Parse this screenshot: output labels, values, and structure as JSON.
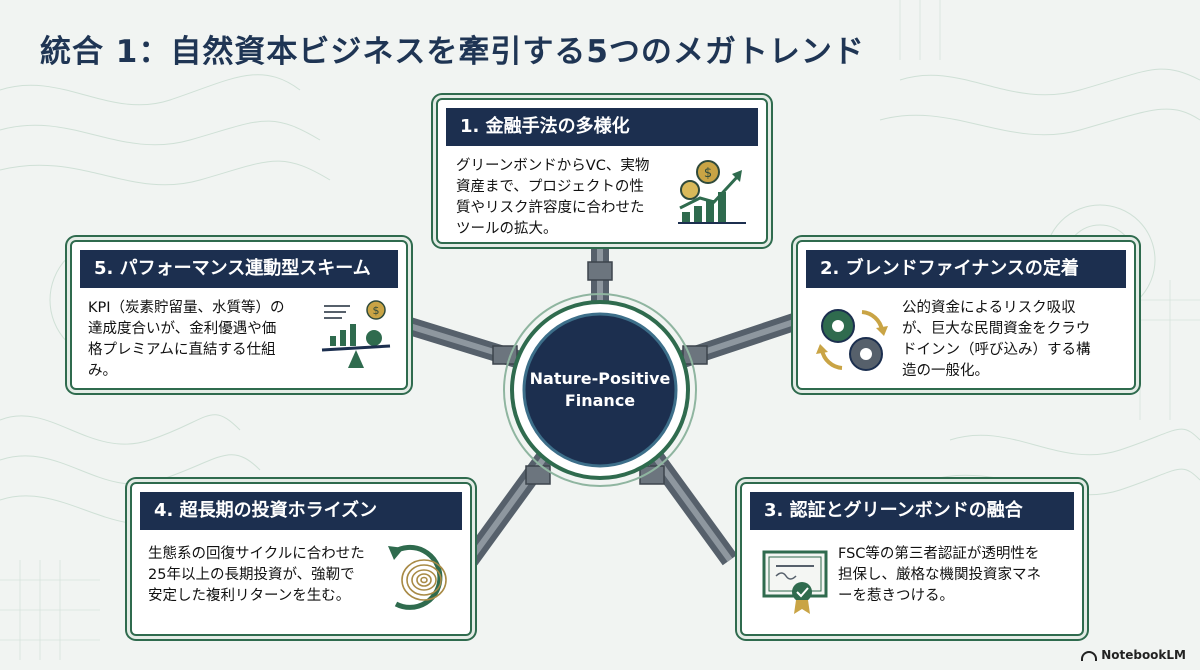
{
  "title": "統合 1：自然資本ビジネスを牽引する5つのメガトレンド",
  "hub": {
    "line1": "Nature-Positive",
    "line2": "Finance"
  },
  "cards": [
    {
      "heading": "1. 金融手法の多様化",
      "lines": [
        "グリーンボンドからVC、実物",
        "資産まで、プロジェクトの性",
        "質やリスク許容度に合わせた",
        "ツールの拡大。"
      ],
      "icon": "growth-chart-coins-icon"
    },
    {
      "heading": "2. ブレンドファイナンスの定着",
      "lines": [
        "公的資金によるリスク吸収",
        "が、巨大な民間資金をクラウ",
        "ドインン（呼び込み）する構",
        "造の一般化。"
      ],
      "icon": "gears-cycle-icon"
    },
    {
      "heading": "3. 認証とグリーンボンドの融合",
      "lines": [
        "FSC等の第三者認証が透明性を",
        "担保し、厳格な機関投資家マネ",
        "ーを惹きつける。"
      ],
      "icon": "certificate-icon"
    },
    {
      "heading": "4. 超長期の投資ホライズン",
      "lines": [
        "生態系の回復サイクルに合わせた",
        "25年以上の長期投資が、強靭で",
        "安定した複利リターンを生む。"
      ],
      "icon": "tree-rings-icon"
    },
    {
      "heading": "5. パフォーマンス連動型スキーム",
      "lines": [
        "KPI（炭素貯留量、水質等）の",
        "達成度合いが、金利優遇や価",
        "格プレミアムに直結する仕組",
        "み。"
      ],
      "icon": "scale-kpi-icon"
    }
  ],
  "brand": "NotebookLM",
  "colors": {
    "navy": "#1c2f4f",
    "green": "#2f6b4e",
    "background": "#f1f4f2"
  }
}
